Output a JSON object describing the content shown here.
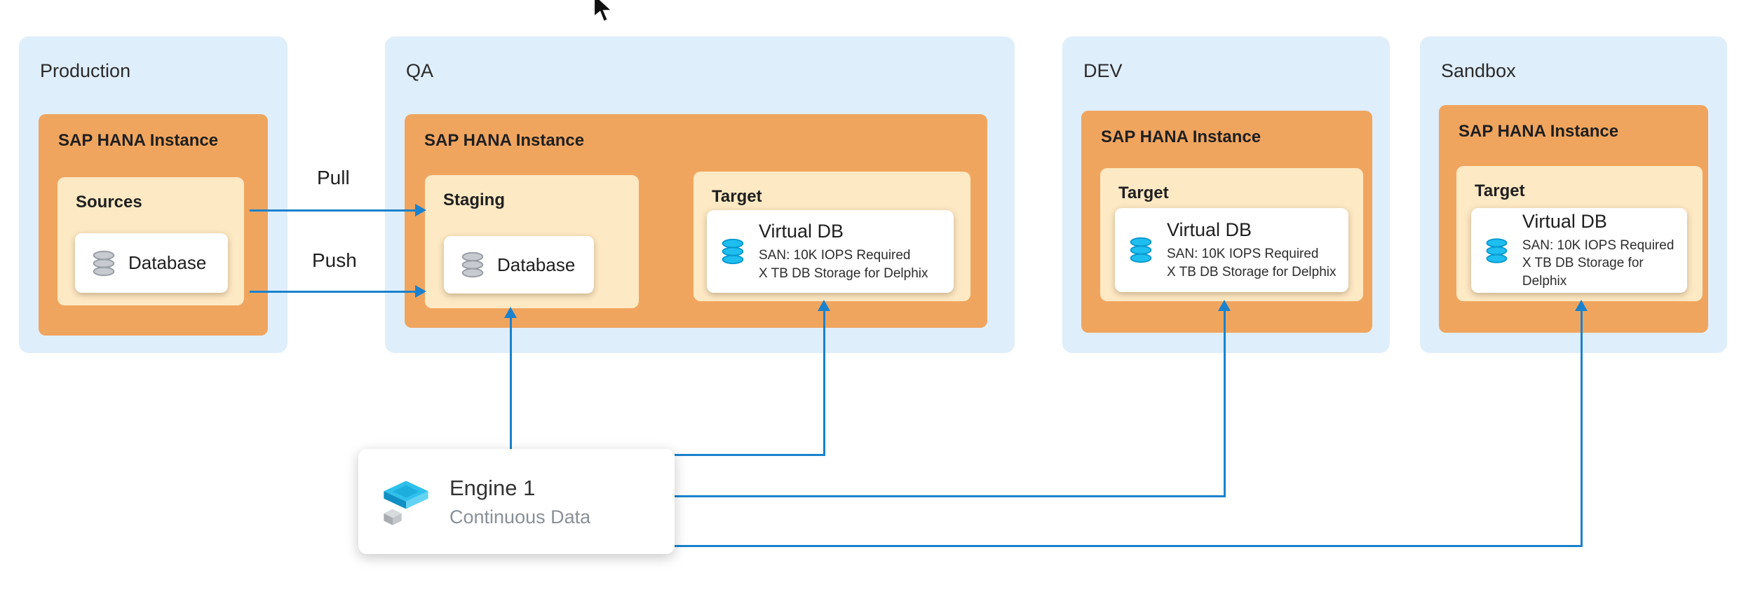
{
  "diagram": {
    "labels": {
      "pull": "Pull",
      "push": "Push"
    }
  },
  "environments": [
    {
      "name": "Production",
      "instance": "SAP HANA Instance",
      "zones": [
        {
          "label": "Sources",
          "db_title": "Database"
        }
      ]
    },
    {
      "name": "QA",
      "instance": "SAP HANA Instance",
      "zones": [
        {
          "label": "Staging",
          "db_title": "Database"
        },
        {
          "label": "Target",
          "db_title": "Virtual DB",
          "db_line1": "SAN: 10K IOPS Required",
          "db_line2": "X TB DB Storage for Delphix"
        }
      ]
    },
    {
      "name": "DEV",
      "instance": "SAP HANA Instance",
      "zones": [
        {
          "label": "Target",
          "db_title": "Virtual DB",
          "db_line1": "SAN: 10K IOPS Required",
          "db_line2": "X TB DB Storage for Delphix"
        }
      ]
    },
    {
      "name": "Sandbox",
      "instance": "SAP HANA Instance",
      "zones": [
        {
          "label": "Target",
          "db_title": "Virtual DB",
          "db_line1": "SAN: 10K IOPS Required",
          "db_line2": "X TB DB Storage for Delphix"
        }
      ]
    }
  ],
  "engine": {
    "title": "Engine 1",
    "subtitle": "Continuous Data"
  },
  "colors": {
    "environment_bg": "#dfeefb",
    "instance_bg": "#f0a55f",
    "zone_bg": "#fde9c4",
    "card_bg": "#ffffff",
    "connector": "#1a82cd",
    "database_icon_gray": "#c7cbd1",
    "database_icon_cyan": "#1fbef0"
  }
}
